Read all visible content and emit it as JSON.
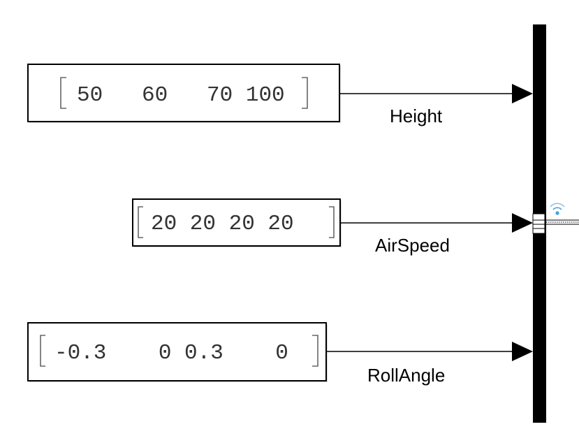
{
  "blocks": [
    {
      "id": "height-constant",
      "value": "50   60   70 100",
      "signal": "Height"
    },
    {
      "id": "airspeed-constant",
      "value": "20 20 20 20",
      "signal": "AirSpeed"
    },
    {
      "id": "rollangle-constant",
      "value": "-0.3    0 0.3    0",
      "signal": "RollAngle"
    }
  ],
  "colors": {
    "line": "#000000",
    "block_text": "#333333",
    "bracket": "#666666",
    "stream_icon": "#4a9fd6"
  }
}
